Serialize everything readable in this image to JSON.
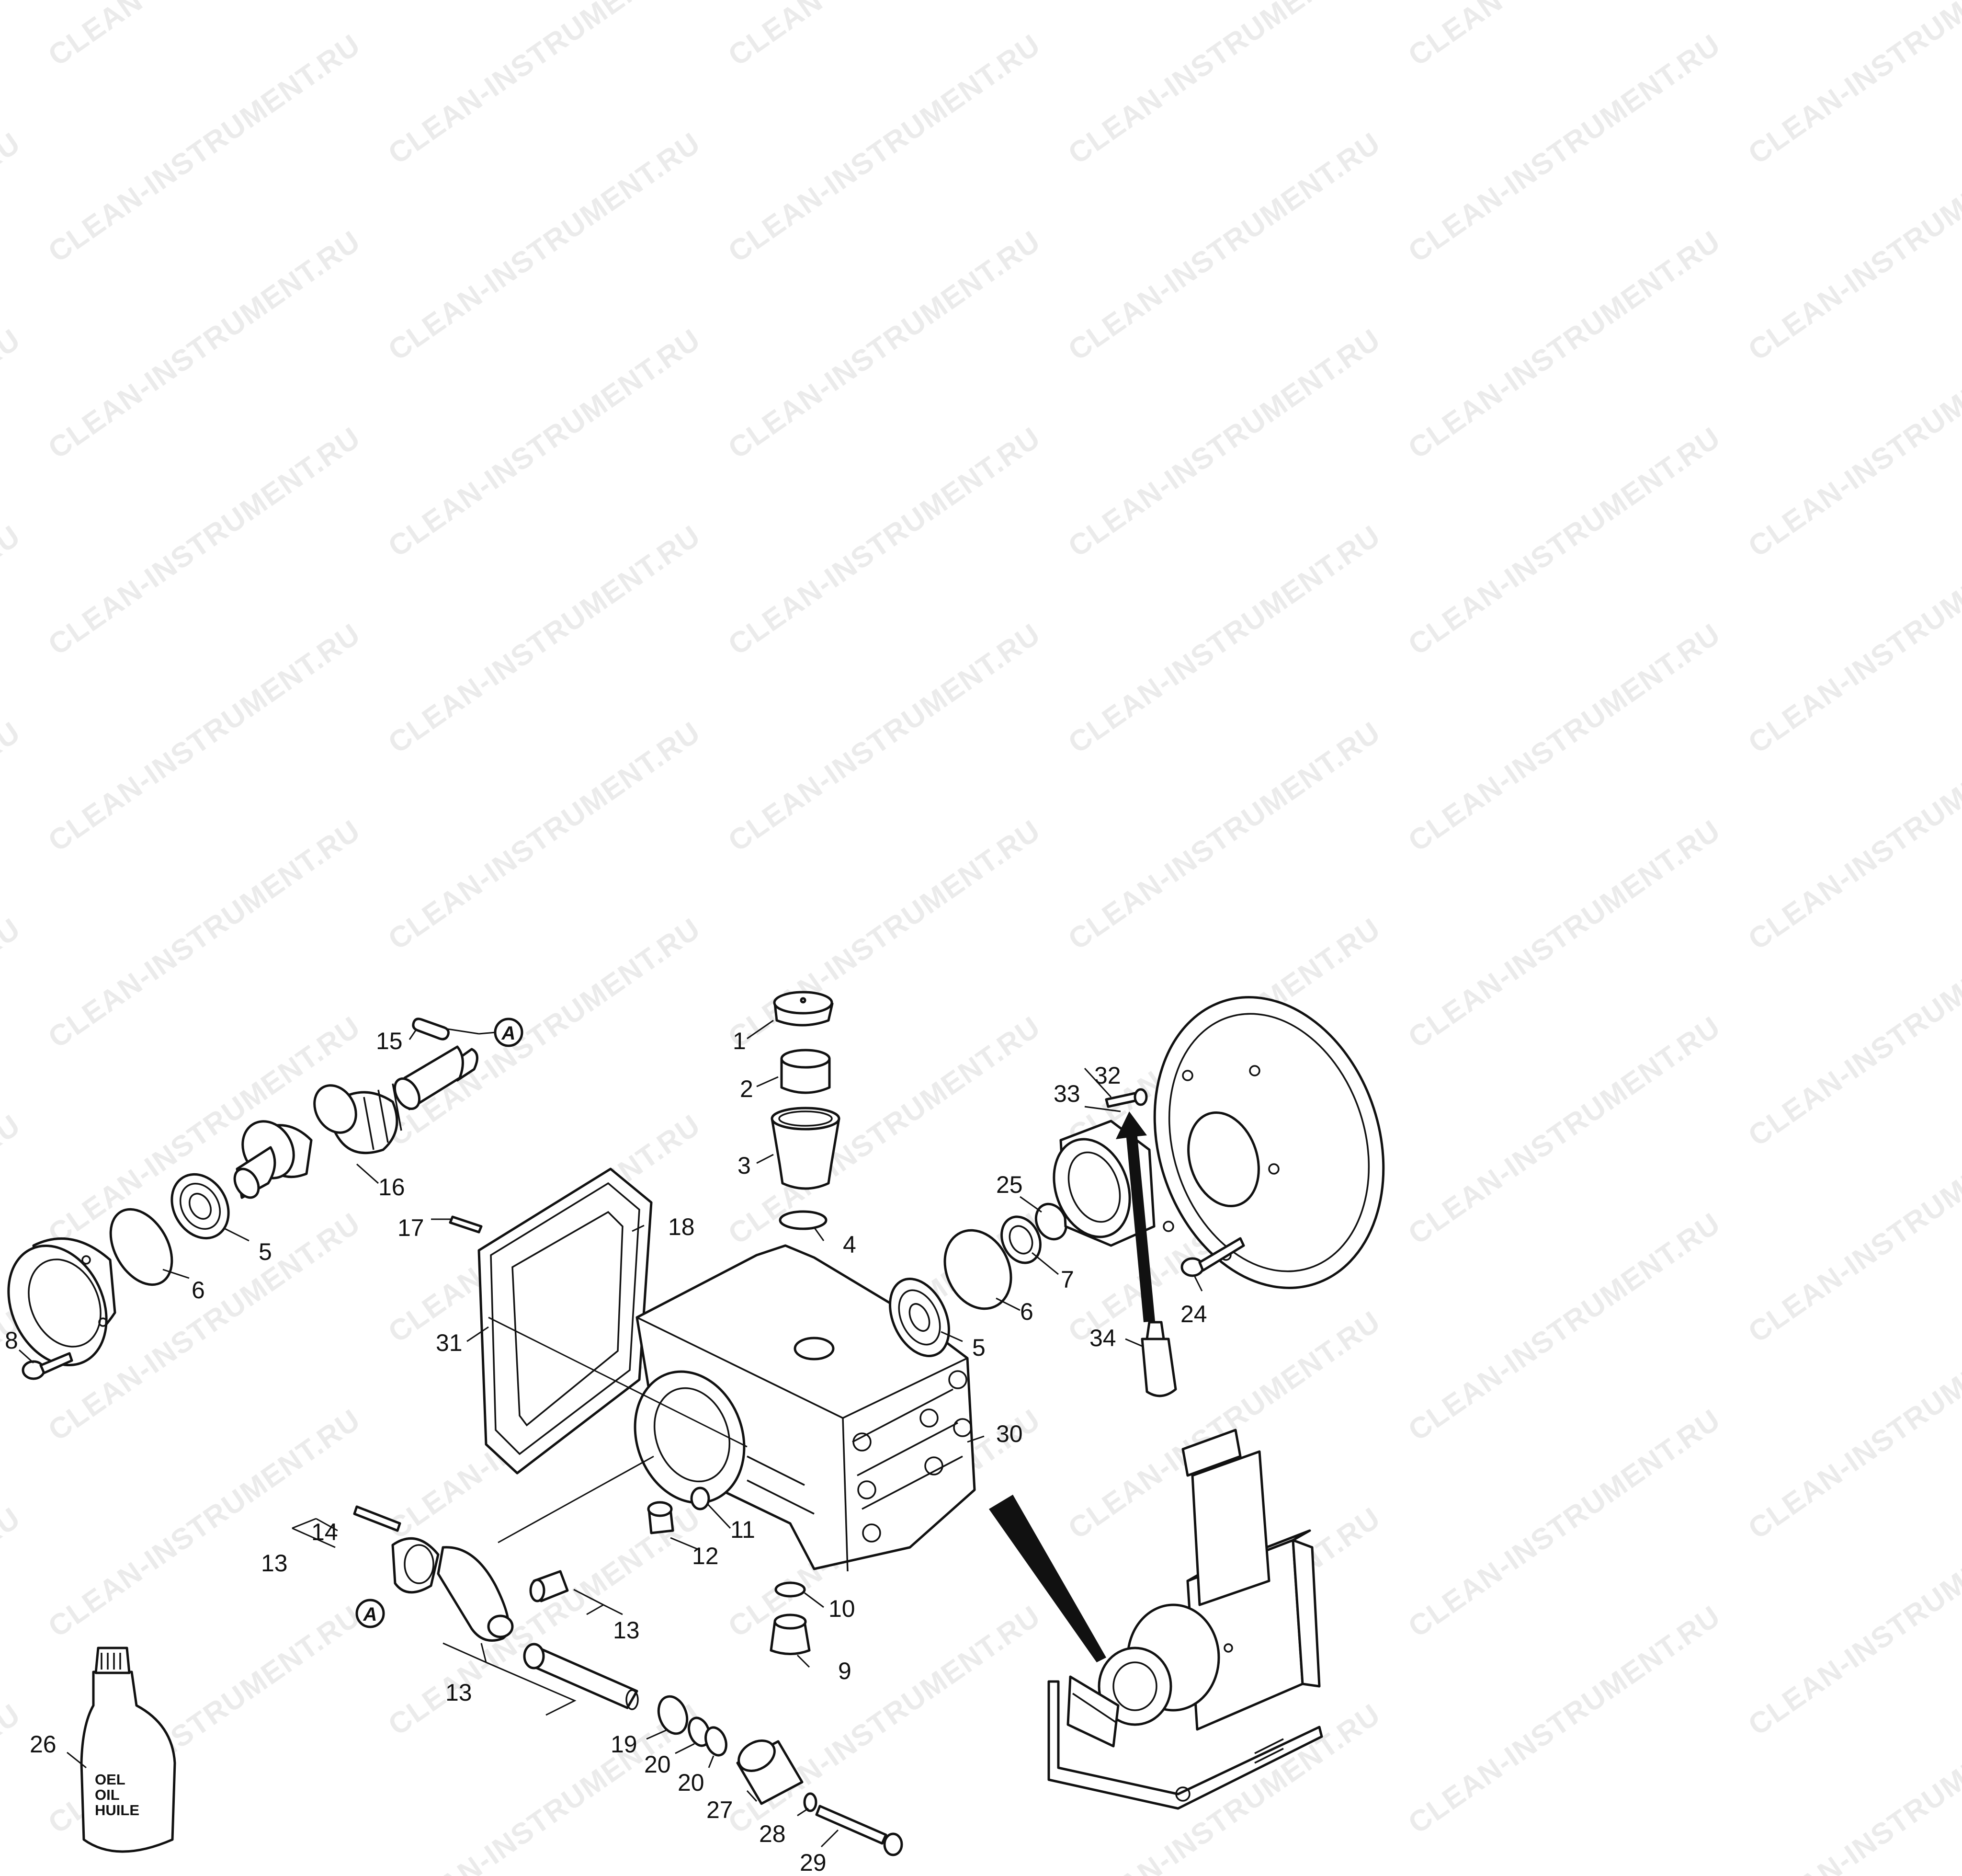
{
  "watermark": "CLEAN-INSTRUMENT.RU",
  "bottle_label": [
    "OEL",
    "OIL",
    "HUILE"
  ],
  "detail_marker": "A",
  "callouts": [
    {
      "id": "c1",
      "label": "1"
    },
    {
      "id": "c2",
      "label": "2"
    },
    {
      "id": "c3",
      "label": "3"
    },
    {
      "id": "c4",
      "label": "4"
    },
    {
      "id": "c5a",
      "label": "5"
    },
    {
      "id": "c5b",
      "label": "5"
    },
    {
      "id": "c6a",
      "label": "6"
    },
    {
      "id": "c6b",
      "label": "6"
    },
    {
      "id": "c7",
      "label": "7"
    },
    {
      "id": "c8",
      "label": "8"
    },
    {
      "id": "c9",
      "label": "9"
    },
    {
      "id": "c10",
      "label": "10"
    },
    {
      "id": "c11",
      "label": "11"
    },
    {
      "id": "c12",
      "label": "12"
    },
    {
      "id": "c13a",
      "label": "13"
    },
    {
      "id": "c13b",
      "label": "13"
    },
    {
      "id": "c13c",
      "label": "13"
    },
    {
      "id": "c14",
      "label": "14"
    },
    {
      "id": "c15",
      "label": "15"
    },
    {
      "id": "c16",
      "label": "16"
    },
    {
      "id": "c17",
      "label": "17"
    },
    {
      "id": "c18",
      "label": "18"
    },
    {
      "id": "c19",
      "label": "19"
    },
    {
      "id": "c20a",
      "label": "20"
    },
    {
      "id": "c20b",
      "label": "20"
    },
    {
      "id": "c24",
      "label": "24"
    },
    {
      "id": "c25",
      "label": "25"
    },
    {
      "id": "c26",
      "label": "26"
    },
    {
      "id": "c27",
      "label": "27"
    },
    {
      "id": "c28",
      "label": "28"
    },
    {
      "id": "c29",
      "label": "29"
    },
    {
      "id": "c30",
      "label": "30"
    },
    {
      "id": "c31",
      "label": "31"
    },
    {
      "id": "c32",
      "label": "32"
    },
    {
      "id": "c33",
      "label": "33"
    },
    {
      "id": "c34",
      "label": "34"
    }
  ]
}
